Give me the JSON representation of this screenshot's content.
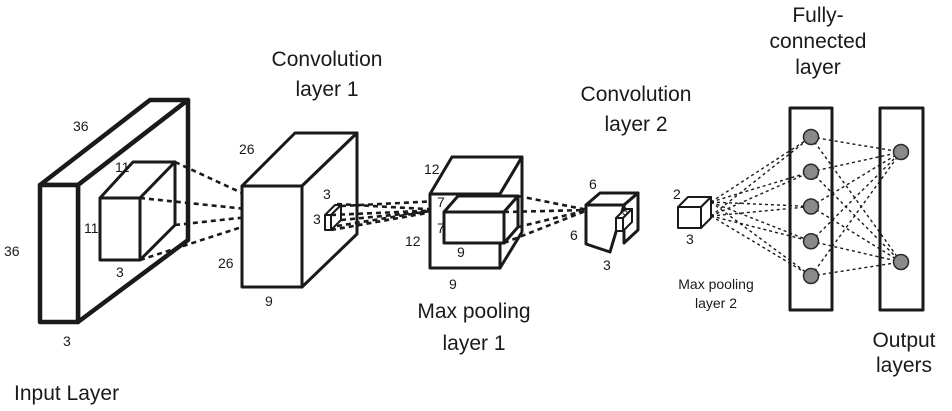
{
  "labels": {
    "input_layer": "Input Layer",
    "conv1_line1": "Convolution",
    "conv1_line2": "layer 1",
    "pool1_line1": "Max pooling",
    "pool1_line2": "layer 1",
    "conv2_line1": "Convolution",
    "conv2_line2": "layer 2",
    "pool2_line1": "Max pooling",
    "pool2_line2": "layer 2",
    "fc_line1": "Fully-",
    "fc_line2": "connected",
    "fc_line3": "layer",
    "out_line1": "Output",
    "out_line2": "layers"
  },
  "dims": {
    "input_height": "36",
    "input_depth": "36",
    "input_width": "3",
    "kernel1_h": "11",
    "kernel1_d": "11",
    "kernel1_w": "3",
    "conv1_depth": "26",
    "conv1_height": "26",
    "conv1_width": "9",
    "conv1_kernel_a": "3",
    "conv1_kernel_b": "3",
    "pool1_depth": "12",
    "pool1_height": "12",
    "pool1_width": "9",
    "pool1_inner_a": "7",
    "pool1_inner_b": "7",
    "pool1_inner_w": "9",
    "conv2_depth": "6",
    "conv2_height": "6",
    "conv2_width": "3",
    "conv2_kernel": "3",
    "pool2_h": "2",
    "pool2_w": "3"
  },
  "network": {
    "fc_nodes": 5,
    "output_nodes": 2
  },
  "colors": {
    "stroke": "#1a1a1a",
    "node_fill": "#8a8a8a",
    "background": "#ffffff"
  }
}
